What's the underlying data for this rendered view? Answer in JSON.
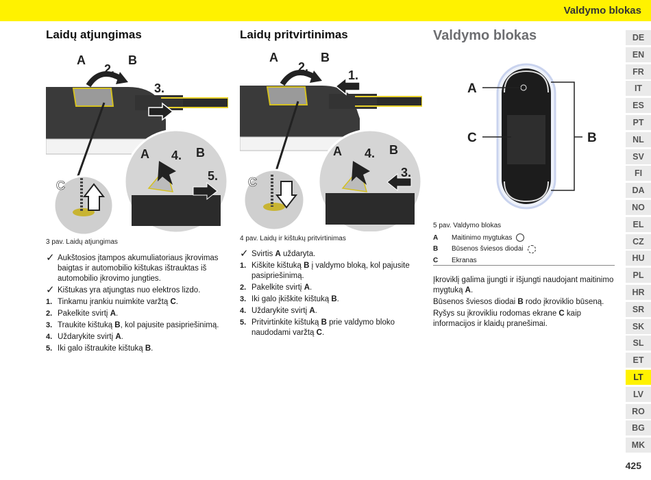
{
  "header": {
    "title": "Valdymo blokas"
  },
  "col1": {
    "heading": "Laidų atjungimas",
    "caption": "3 pav. Laidų atjungimas",
    "figure_labels": {
      "a": "A",
      "b": "B",
      "c": "C",
      "s2": "2.",
      "s3": "3.",
      "a2": "A",
      "s4": "4.",
      "b2": "B",
      "s5": "5."
    },
    "items": [
      {
        "mark": "✓",
        "text": "Aukštosios įtampos akumuliatoriaus įkrovimas baigtas ir automobilio kištukas ištrauktas iš automobilio įkrovimo jungties."
      },
      {
        "mark": "✓",
        "text": "Kištukas yra atjungtas nuo elektros lizdo."
      },
      {
        "mark": "1.",
        "text": "Tinkamu įrankiu nuimkite varžtą ",
        "bold": "C",
        "after": "."
      },
      {
        "mark": "2.",
        "text": "Pakelkite svirtį ",
        "bold": "A",
        "after": "."
      },
      {
        "mark": "3.",
        "text": "Traukite kištuką ",
        "bold": "B",
        "after": ", kol pajusite pasipriešinimą."
      },
      {
        "mark": "4.",
        "text": "Uždarykite svirtį ",
        "bold": "A",
        "after": "."
      },
      {
        "mark": "5.",
        "text": "Iki galo ištraukite kištuką ",
        "bold": "B",
        "after": "."
      }
    ]
  },
  "col2": {
    "heading": "Laidų pritvirtinimas",
    "caption": "4 pav. Laidų ir kištukų pritvirtinimas",
    "figure_labels": {
      "a": "A",
      "b": "B",
      "c": "C",
      "s2": "2.",
      "s1": "1.",
      "a2": "A",
      "s4": "4.",
      "b2": "B",
      "s3": "3."
    },
    "items": [
      {
        "mark": "✓",
        "text": "Svirtis ",
        "bold": "A",
        "after": " uždaryta."
      },
      {
        "mark": "1.",
        "text": "Kiškite kištuką ",
        "bold": "B",
        "after": " į valdymo bloką, kol pajusite pasipriešinimą."
      },
      {
        "mark": "2.",
        "text": "Pakelkite svirtį ",
        "bold": "A",
        "after": "."
      },
      {
        "mark": "3.",
        "text": "Iki galo įkiškite kištuką ",
        "bold": "B",
        "after": "."
      },
      {
        "mark": "4.",
        "text": "Uždarykite svirtį ",
        "bold": "A",
        "after": "."
      },
      {
        "mark": "5.",
        "text": "Pritvirtinkite kištuką ",
        "bold": "B",
        "after": " prie valdymo bloko naudodami varžtą ",
        "bold2": "C",
        "after2": "."
      }
    ]
  },
  "col3": {
    "heading": "Valdymo blokas",
    "caption": "5 pav. Valdymo blokas",
    "figure_labels": {
      "a": "A",
      "c": "C",
      "b": "B"
    },
    "legend": [
      {
        "letter": "A",
        "text": "Maitinimo mygtukas",
        "icon": "power-icon"
      },
      {
        "letter": "B",
        "text": "Būsenos šviesos diodai",
        "icon": "status-led-icon"
      },
      {
        "letter": "C",
        "text": "Ekranas",
        "icon": ""
      }
    ],
    "paragraphs": [
      {
        "text": "Įkroviklį galima įjungti ir išjungti naudojant maitinimo mygtuką ",
        "bold": "A",
        "after": "."
      },
      {
        "text": "Būsenos šviesos diodai ",
        "bold": "B",
        "after": " rodo įkroviklio būseną."
      },
      {
        "text": "Ryšys su įkrovikliu rodomas ekrane ",
        "bold": "C",
        "after": " kaip informacijos ir klaidų pranešimai."
      }
    ]
  },
  "languages": [
    "DE",
    "EN",
    "FR",
    "IT",
    "ES",
    "PT",
    "NL",
    "SV",
    "FI",
    "DA",
    "NO",
    "EL",
    "CZ",
    "HU",
    "PL",
    "HR",
    "SR",
    "SK",
    "SL",
    "ET",
    "LT",
    "LV",
    "RO",
    "BG",
    "MK"
  ],
  "active_language": "LT",
  "page_number": "425",
  "colors": {
    "accent": "#fff200",
    "tab_bg": "#eaeaea",
    "heading_gray": "#6d6e71"
  }
}
